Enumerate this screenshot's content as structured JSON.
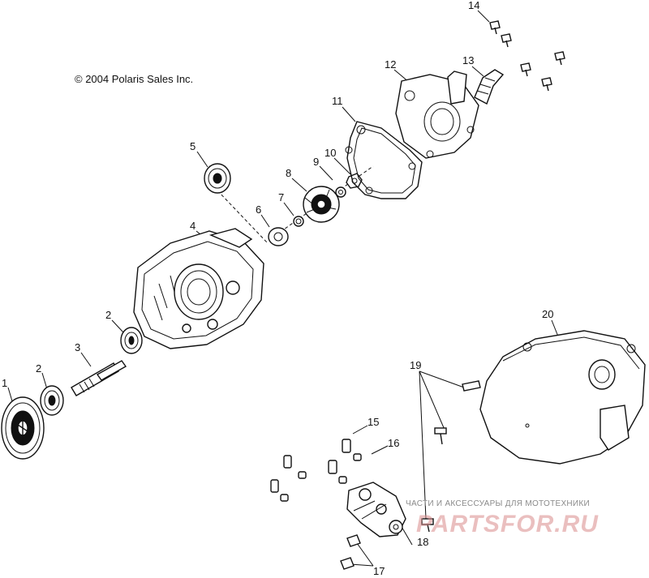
{
  "copyright": "© 2004 Polaris Sales Inc.",
  "callouts": [
    "1",
    "2",
    "2",
    "3",
    "4",
    "5",
    "6",
    "7",
    "8",
    "9",
    "10",
    "11",
    "12",
    "13",
    "14",
    "15",
    "16",
    "17",
    "18",
    "19",
    "20"
  ],
  "watermark": {
    "tagline": "ЧАСТИ И АКСЕССУАРЫ ДЛЯ МОТОТЕХНИКИ",
    "logo": "PARTSFOR.RU"
  },
  "colors": {
    "line": "#111111",
    "watermark": "#d98b8b"
  }
}
